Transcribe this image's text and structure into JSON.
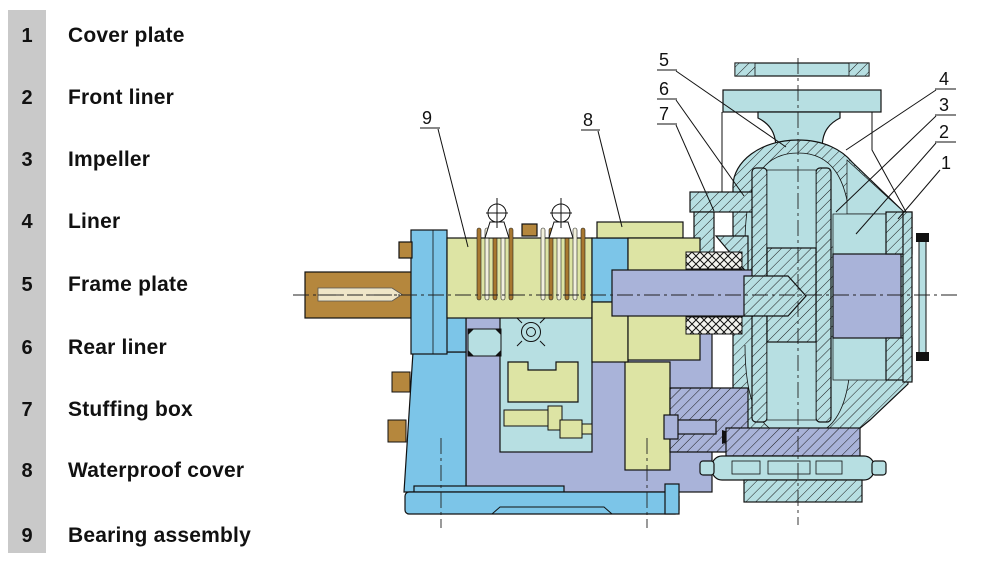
{
  "legend": {
    "items": [
      {
        "num": "1",
        "label": "Cover plate"
      },
      {
        "num": "2",
        "label": "Front liner"
      },
      {
        "num": "3",
        "label": "Impeller"
      },
      {
        "num": "4",
        "label": "Liner"
      },
      {
        "num": "5",
        "label": "Frame plate"
      },
      {
        "num": "6",
        "label": "Rear liner"
      },
      {
        "num": "7",
        "label": "Stuffing box"
      },
      {
        "num": "8",
        "label": "Waterproof cover"
      },
      {
        "num": "9",
        "label": "Bearing assembly"
      }
    ]
  },
  "diagram": {
    "callouts": [
      {
        "num": "1"
      },
      {
        "num": "2"
      },
      {
        "num": "3"
      },
      {
        "num": "4"
      },
      {
        "num": "5"
      },
      {
        "num": "6"
      },
      {
        "num": "7"
      },
      {
        "num": "8"
      },
      {
        "num": "9"
      }
    ]
  },
  "colors": {
    "legend_strip_gray": "#c9c9c9",
    "casing_cyan": "#b7dfe2",
    "body_blue": "#7cc5e8",
    "frame_lavender": "#a9b3d9",
    "housing_yellow": "#dde4a4",
    "shaft_brown": "#b5873d",
    "keyway_cream": "#efe6c8",
    "line_black": "#1a1a1a"
  }
}
